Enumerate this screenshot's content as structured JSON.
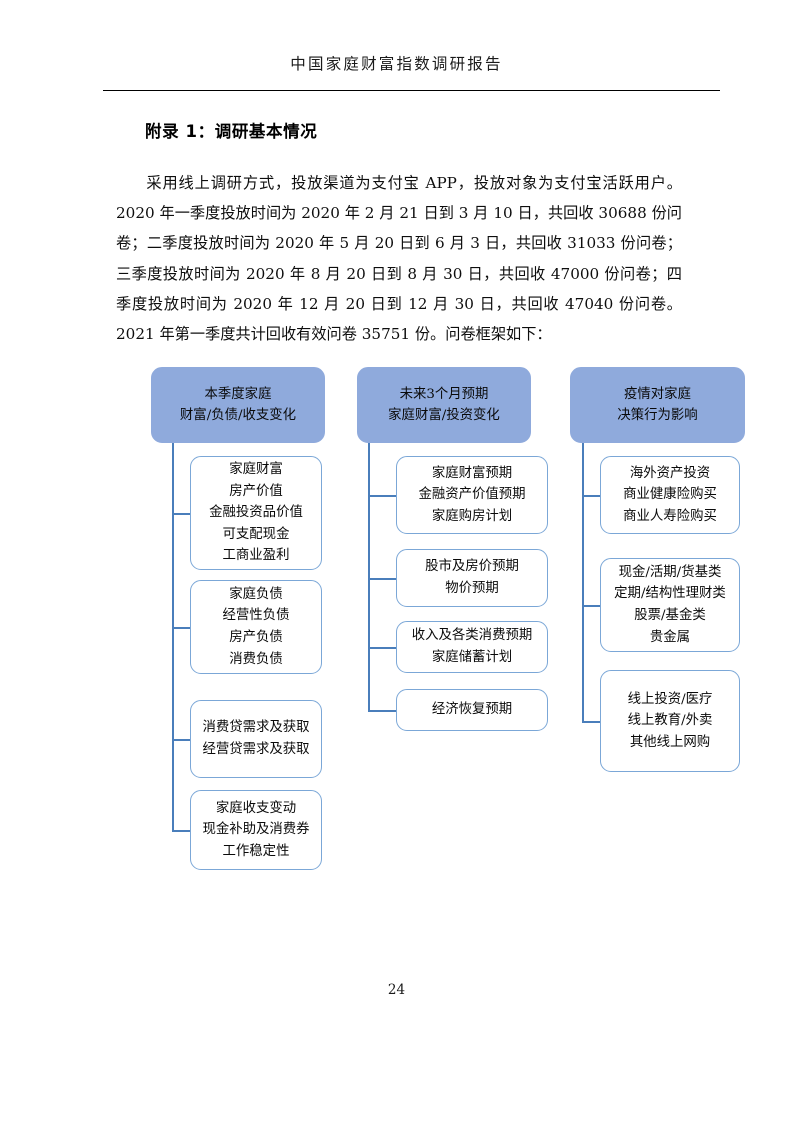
{
  "header": {
    "running_title": "中国家庭财富指数调研报告"
  },
  "section": {
    "title": "附录 1：调研基本情况"
  },
  "body": {
    "paragraph": "采用线上调研方式，投放渠道为支付宝 APP，投放对象为支付宝活跃用户。2020 年一季度投放时间为 2020 年 2 月 21 日到 3 月 10 日，共回收 30688 份问卷；二季度投放时间为 2020 年 5 月 20 日到 6 月 3 日，共回收 31033 份问卷；三季度投放时间为 2020 年 8 月 20 日到 8 月 30 日，共回收 47000 份问卷；四季度投放时间为 2020 年 12 月 20 日到 12 月 30 日，共回收 47040 份问卷。2021 年第一季度共计回收有效问卷 35751 份。问卷框架如下："
  },
  "diagram": {
    "columns": [
      {
        "head": [
          "本季度家庭",
          "财富/负债/收支变化"
        ],
        "children": [
          [
            "家庭财富",
            "房产价值",
            "金融投资品价值",
            "可支配现金",
            "工商业盈利"
          ],
          [
            "家庭负债",
            "经营性负债",
            "房产负债",
            "消费负债"
          ],
          [
            "消费贷需求及获取",
            "经营贷需求及获取"
          ],
          [
            "家庭收支变动",
            "现金补助及消费券",
            "工作稳定性"
          ]
        ]
      },
      {
        "head": [
          "未来3个月预期",
          "家庭财富/投资变化"
        ],
        "children": [
          [
            "家庭财富预期",
            "金融资产价值预期",
            "家庭购房计划"
          ],
          [
            "股市及房价预期",
            "物价预期"
          ],
          [
            "收入及各类消费预期",
            "家庭储蓄计划"
          ],
          [
            "经济恢复预期"
          ]
        ]
      },
      {
        "head": [
          "疫情对家庭",
          "决策行为影响"
        ],
        "children": [
          [
            "海外资产投资",
            "商业健康险购买",
            "商业人寿险购买"
          ],
          [
            "现金/活期/货基类",
            "定期/结构性理财类",
            "股票/基金类",
            "贵金属"
          ],
          [
            "线上投资/医疗",
            "线上教育/外卖",
            "其他线上网购"
          ]
        ]
      }
    ],
    "colors": {
      "head_fill": "#8FAADC",
      "child_border": "#7BA7D7",
      "connector": "#4A7EBB"
    }
  },
  "footer": {
    "page_number": "24"
  }
}
